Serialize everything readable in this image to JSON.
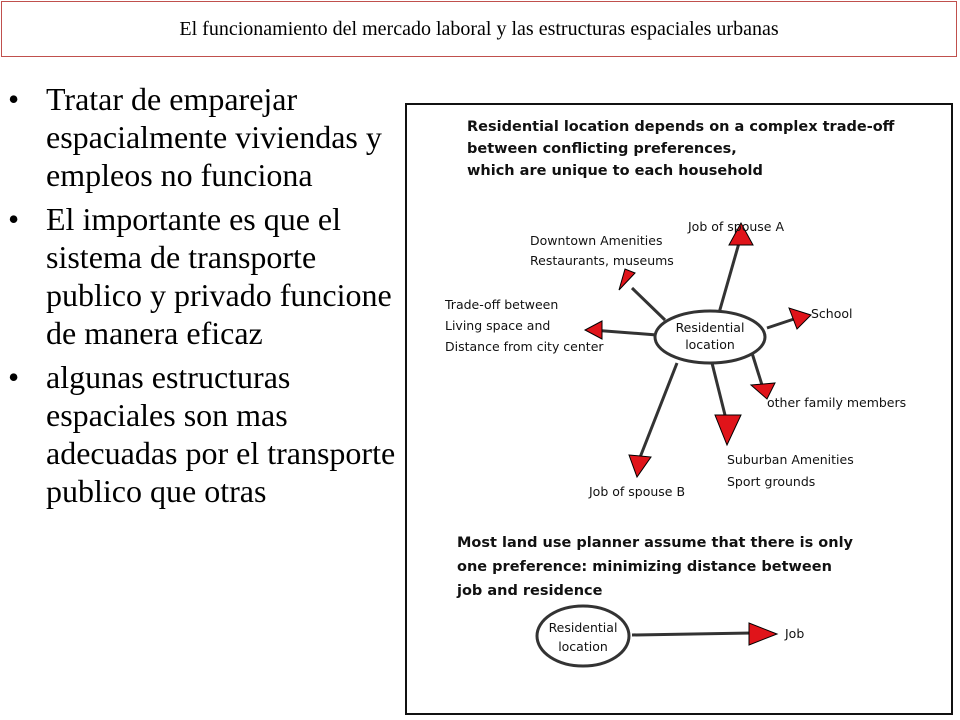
{
  "title": "El funcionamiento del mercado laboral y las estructuras espaciales urbanas",
  "bullets": [
    "Tratar de emparejar espacialmente viviendas y empleos no funciona",
    "El importante es que el sistema de transporte publico y privado funcione de manera eficaz",
    " algunas estructuras espaciales son mas adecuadas por el transporte publico que otras"
  ],
  "figure": {
    "heading_lines": [
      "Residential location depends on a complex trade-off",
      "between conflicting preferences,",
      "which are unique to each household"
    ],
    "center_lines": [
      "Residential",
      "location"
    ],
    "spokes": {
      "job_a": [
        "Job of spouse A"
      ],
      "downtown": [
        "Downtown Amenities",
        "Restaurants, museums"
      ],
      "tradeoff": [
        "Trade-off  between",
        "Living space and",
        "Distance from city center"
      ],
      "school": [
        "School"
      ],
      "family": [
        "other family members"
      ],
      "suburban": [
        "Suburban Amenities",
        "Sport grounds"
      ],
      "job_b": [
        "Job of spouse B"
      ]
    },
    "bottom_lines": [
      "Most land use planner assume that there is only",
      "one preference: minimizing distance between",
      " job and residence"
    ],
    "bottom_center_lines": [
      "Residential",
      "location"
    ],
    "bottom_target": "Job",
    "arrow_color": "#e0141a"
  }
}
